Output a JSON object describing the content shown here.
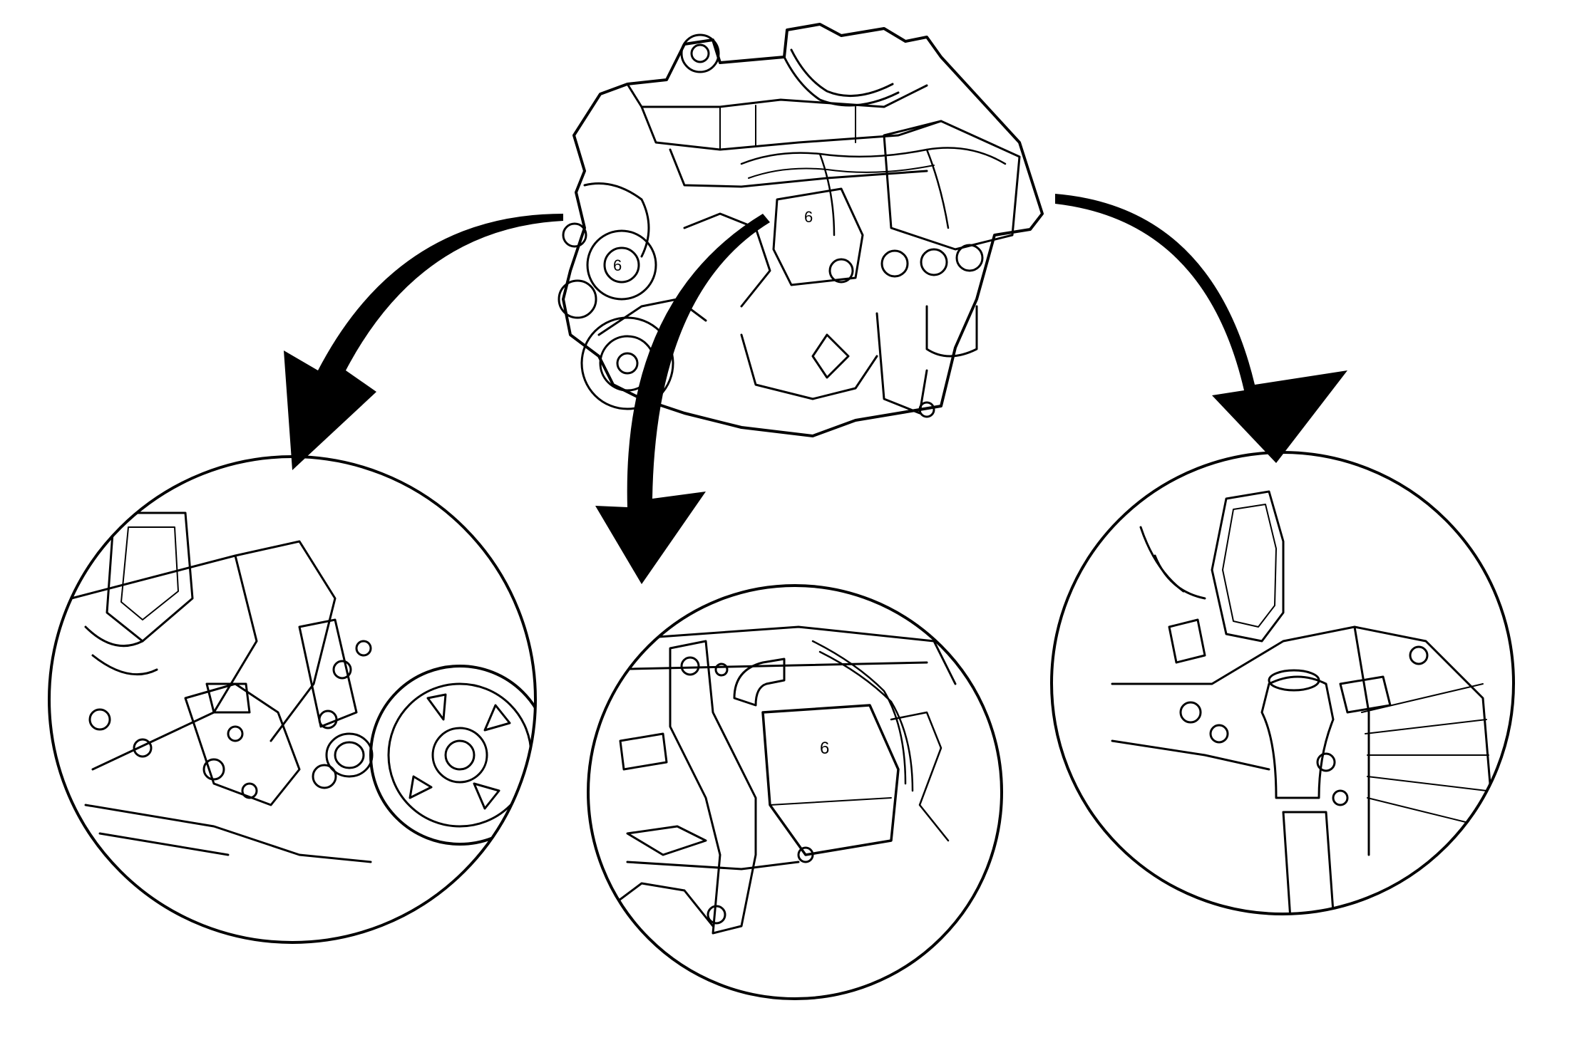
{
  "figure": {
    "type": "exploded-detail-illustration",
    "style": "black line art on white",
    "colors": {
      "ink": "#000000",
      "paper": "#ffffff"
    },
    "main_view": {
      "subject": "engine-assembly"
    },
    "detail_views": [
      {
        "id": "left",
        "subject": "front-pulley-and-timing-cover-detail"
      },
      {
        "id": "center",
        "subject": "starter-motor-and-bracket-detail"
      },
      {
        "id": "right",
        "subject": "oil-filter-adapter-and-bellhousing-detail"
      }
    ],
    "callout_arrows": [
      {
        "from": "main-view",
        "to": "left"
      },
      {
        "from": "main-view",
        "to": "center"
      },
      {
        "from": "main-view",
        "to": "right"
      }
    ],
    "part_marks": [
      {
        "location": "main-view-pulley",
        "text": "6"
      },
      {
        "location": "main-view-starter",
        "text": "6"
      },
      {
        "location": "center-detail-starter",
        "text": "6"
      }
    ]
  }
}
